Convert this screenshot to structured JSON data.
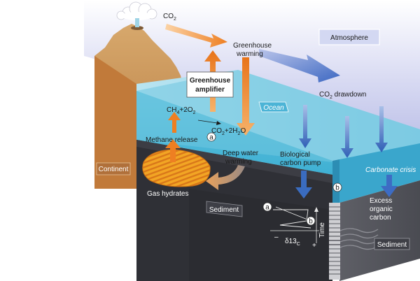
{
  "labels": {
    "co2_source": "CO",
    "co2_source_sub": "2",
    "greenhouse_warming_1": "Greenhouse",
    "greenhouse_warming_2": "warming",
    "atmosphere": "Atmosphere",
    "greenhouse_amplifier_1": "Greenhouse",
    "greenhouse_amplifier_2": "amplifier",
    "co2_drawdown_prefix": "CO",
    "co2_drawdown_sub": "2",
    "co2_drawdown_suffix": " drawdown",
    "ocean": "Ocean",
    "eq_left_a": "CH",
    "eq_left_sub1": "4",
    "eq_left_b": "+2O",
    "eq_left_sub2": "2",
    "eq_right_a": "CO",
    "eq_right_sub1": "2",
    "eq_right_b": "+2H",
    "eq_right_sub2": "2",
    "eq_right_c": "O",
    "methane_release": "Methane release",
    "marker_a": "a",
    "marker_b": "b",
    "deep_water_1": "Deep water",
    "deep_water_2": "warming",
    "bio_pump_1": "Biological",
    "bio_pump_2": "carbon pump",
    "carbonate_crisis": "Carbonate crisis",
    "continent": "Continent",
    "gas_hydrates": "Gas hydrates",
    "sediment_left": "Sediment",
    "sediment_right": "Sediment",
    "excess_1": "Excess",
    "excess_2": "organic",
    "excess_3": "carbon",
    "graph_minus": "–",
    "graph_plus": "+",
    "graph_x_prefix": "δ13",
    "graph_x_sub": "C",
    "graph_time": "Time"
  },
  "colors": {
    "ocean_top": "#9fd9ea",
    "ocean_front": "#5cc0dc",
    "ocean_right": "#3ca7cb",
    "sediment_dark": "#2f3036",
    "continent": "#c17a3a",
    "hydrate": "#f0a020",
    "arrow_orange": "#f08a20",
    "arrow_blue": "#3a6cc0"
  }
}
